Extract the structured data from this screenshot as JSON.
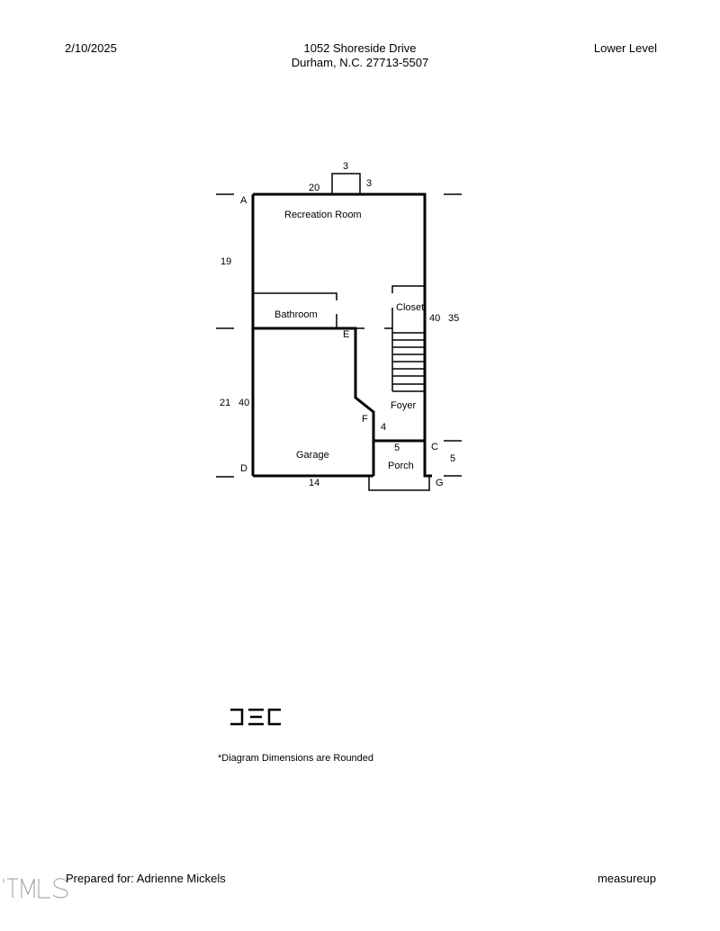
{
  "header": {
    "date": "2/10/2025",
    "address_line1": "1052 Shoreside Drive",
    "address_line2": "Durham, N.C. 27713-5507",
    "level": "Lower Level"
  },
  "plan": {
    "rooms": {
      "recreation": "Recreation Room",
      "bathroom": "Bathroom",
      "closet": "Closet",
      "foyer": "Foyer",
      "garage": "Garage",
      "porch": "Porch"
    },
    "points": {
      "a": "A",
      "c": "C",
      "d": "D",
      "e": "E",
      "f": "F",
      "g": "G"
    },
    "dimensions": {
      "bump_width": "3",
      "bump_depth": "3",
      "top": "20",
      "left_upper": "19",
      "left_lower_outer": "21",
      "left_lower_inner": "40",
      "right_inner": "40",
      "right_outer": "35",
      "foyer_step": "4",
      "porch_width": "5",
      "porch_depth": "5",
      "bottom": "14"
    }
  },
  "footer": {
    "logo_text": "DEC",
    "note": "*Diagram Dimensions are Rounded",
    "prepared_for": "Prepared for: Adrienne Mickels",
    "brand": "measureup",
    "watermark": "TMLS"
  }
}
